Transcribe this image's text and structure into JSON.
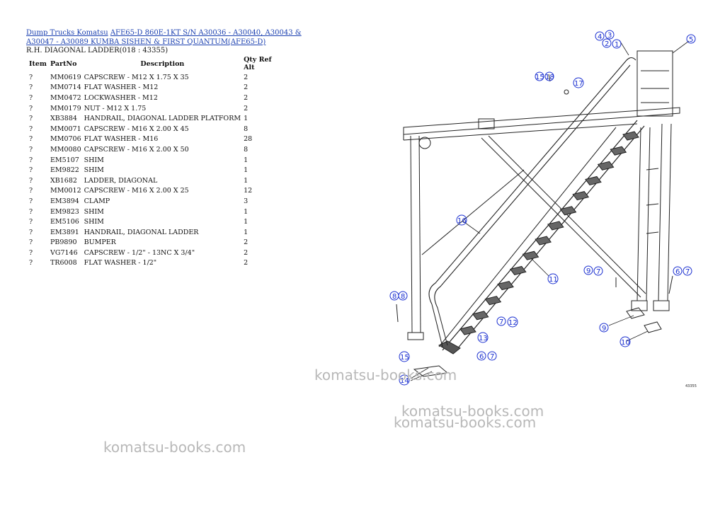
{
  "breadcrumbs": [
    {
      "label": "Dump Trucks Komatsu"
    },
    {
      "label": "AFE65-D 860E-1KT S/N A30036 - A30040, A30043 & A30047 - A30089 KUMBA SISHEN & FIRST QUANTUM(AFE65-D)"
    }
  ],
  "section_title": "R.H. DIAGONAL LADDER(018 : 43355)",
  "table": {
    "headers": {
      "item": "Item",
      "partno": "PartNo",
      "description": "Description",
      "qty": "Qty Ref Alt"
    },
    "rows": [
      {
        "item": "?",
        "partno": "MM0619",
        "description": "CAPSCREW - M12 X 1.75 X 35",
        "qty": "2"
      },
      {
        "item": "?",
        "partno": "MM0714",
        "description": "FLAT WASHER - M12",
        "qty": "2"
      },
      {
        "item": "?",
        "partno": "MM0472",
        "description": "LOCKWASHER - M12",
        "qty": "2"
      },
      {
        "item": "?",
        "partno": "MM0179",
        "description": "NUT - M12 X 1.75",
        "qty": "2"
      },
      {
        "item": "?",
        "partno": "XB3884",
        "description": "HANDRAIL, DIAGONAL LADDER PLATFORM",
        "qty": "1"
      },
      {
        "item": "?",
        "partno": "MM0071",
        "description": "CAPSCREW - M16 X 2.00 X 45",
        "qty": "8"
      },
      {
        "item": "?",
        "partno": "MM0706",
        "description": "FLAT WASHER - M16",
        "qty": "28"
      },
      {
        "item": "?",
        "partno": "MM0080",
        "description": "CAPSCREW - M16 X 2.00 X 50",
        "qty": "8"
      },
      {
        "item": "?",
        "partno": "EM5107",
        "description": "SHIM",
        "qty": "1"
      },
      {
        "item": "?",
        "partno": "EM9822",
        "description": "SHIM",
        "qty": "1"
      },
      {
        "item": "?",
        "partno": "XB1682",
        "description": "LADDER, DIAGONAL",
        "qty": "1"
      },
      {
        "item": "?",
        "partno": "MM0012",
        "description": "CAPSCREW - M16 X 2.00 X 25",
        "qty": "12"
      },
      {
        "item": "?",
        "partno": "EM3894",
        "description": "CLAMP",
        "qty": "3"
      },
      {
        "item": "?",
        "partno": "EM9823",
        "description": "SHIM",
        "qty": "1"
      },
      {
        "item": "?",
        "partno": "EM5106",
        "description": "SHIM",
        "qty": "1"
      },
      {
        "item": "?",
        "partno": "EM3891",
        "description": "HANDRAIL, DIAGONAL LADDER",
        "qty": "1"
      },
      {
        "item": "?",
        "partno": "PB9890",
        "description": "BUMPER",
        "qty": "2"
      },
      {
        "item": "?",
        "partno": "VG7146",
        "description": "CAPSCREW - 1/2\" - 13NC X 3/4\"",
        "qty": "2"
      },
      {
        "item": "?",
        "partno": "TR6008",
        "description": "FLAT WASHER - 1/2\"",
        "qty": "2"
      }
    ]
  },
  "drawing": {
    "figure_number": "43355",
    "callouts": [
      "4",
      "3",
      "2",
      "1",
      "5",
      "15",
      "18",
      "17",
      "16",
      "11",
      "9",
      "7",
      "6",
      "7",
      "8",
      "8",
      "7",
      "12",
      "13",
      "9",
      "10",
      "15",
      "6",
      "7",
      "14"
    ]
  },
  "watermarks": [
    "komatsu-books.com",
    "komatsu-books.com",
    "komatsu-books.com",
    "komatsu-books.com"
  ]
}
